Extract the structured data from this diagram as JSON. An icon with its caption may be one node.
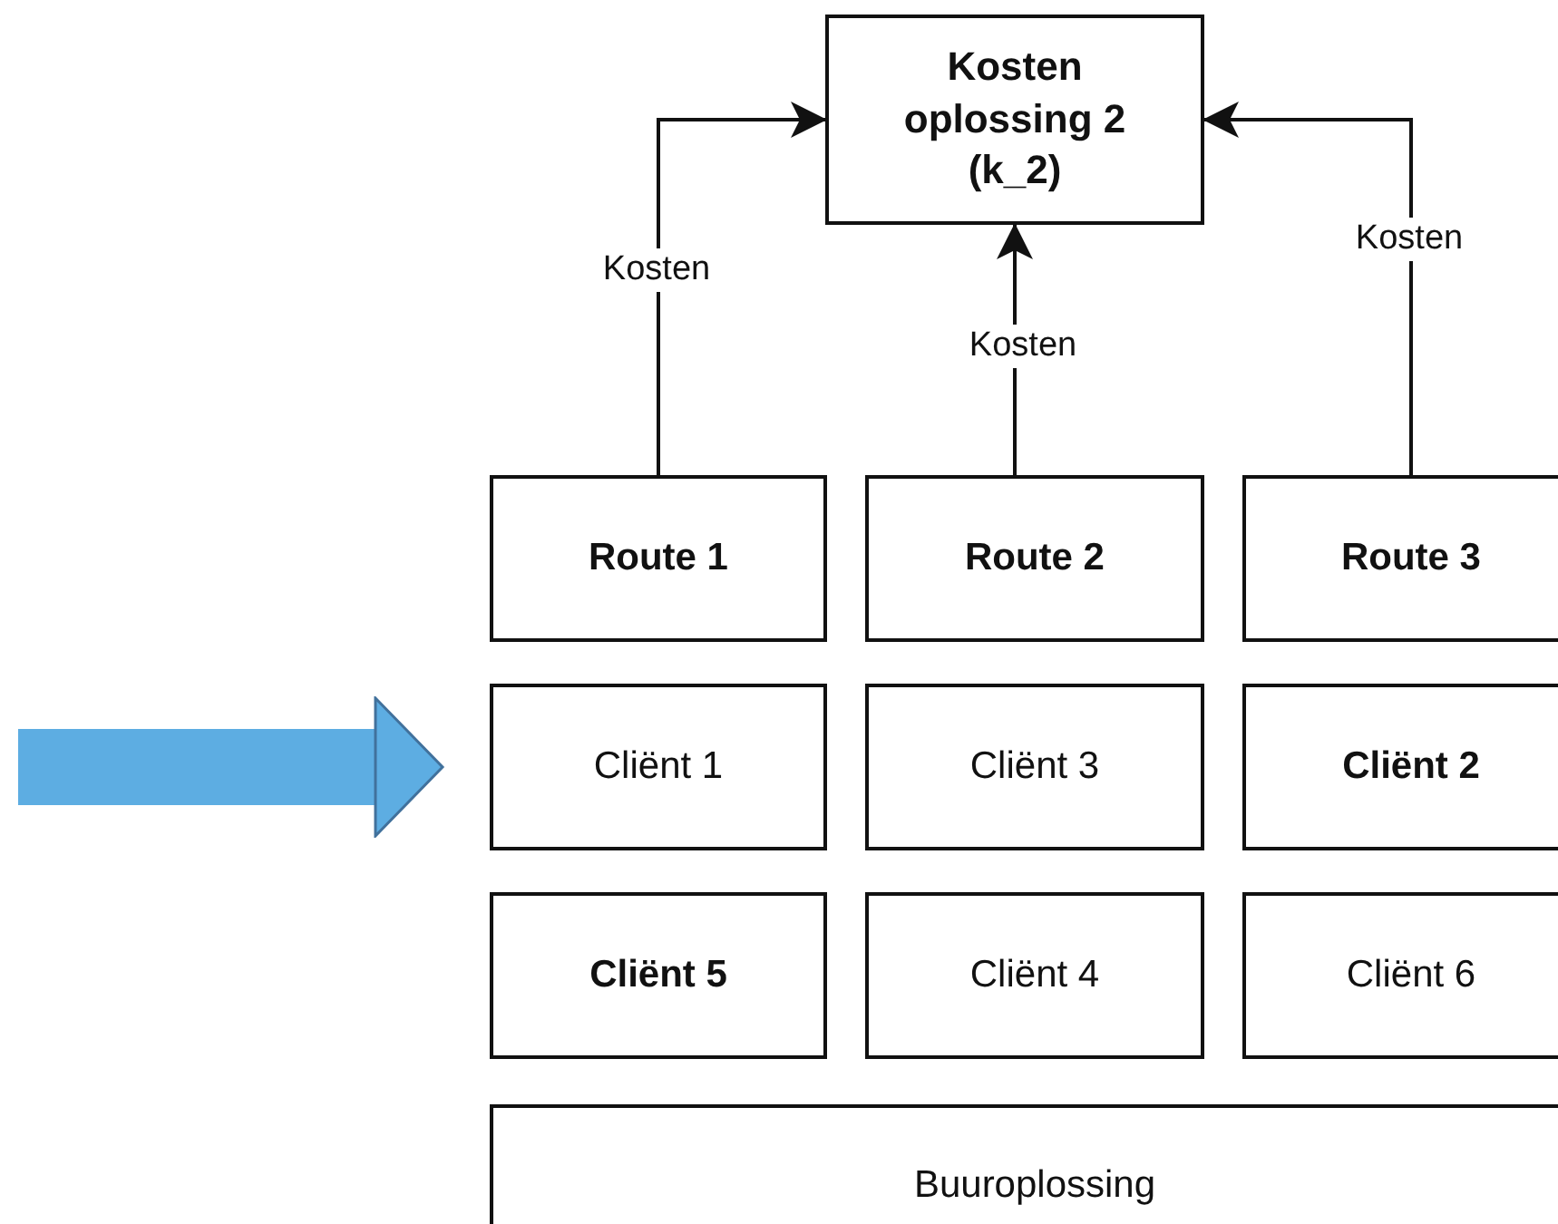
{
  "diagram": {
    "nodes": [
      {
        "text": [
          "Kosten oplossing 2 (k_2)"
        ]
      },
      {
        "text": [
          "Route 1"
        ]
      },
      {
        "text": [
          "Route 2"
        ]
      },
      {
        "text": [
          "Route 3"
        ]
      },
      {
        "text": [
          "Cliënt 1"
        ]
      },
      {
        "text": [
          "Cliënt 3"
        ]
      },
      {
        "text": [
          "Cliënt 2"
        ]
      },
      {
        "text": [
          "Cliënt 5"
        ]
      },
      {
        "text": [
          "Cliënt 4"
        ]
      },
      {
        "text": [
          "Cliënt 6"
        ]
      },
      {
        "text": [
          "Buuroplossing"
        ]
      }
    ],
    "edges": [
      {
        "from": 1,
        "to": 0,
        "arrow": "to",
        "label": "Kosten"
      },
      {
        "from": 2,
        "to": 0,
        "arrow": "to",
        "label": "Kosten"
      },
      {
        "from": 3,
        "to": 0,
        "arrow": "to",
        "label": "Kosten"
      },
      {
        "from": null,
        "to": 4,
        "arrow": "to",
        "style": "thick",
        "color": "#5dade2"
      }
    ]
  }
}
